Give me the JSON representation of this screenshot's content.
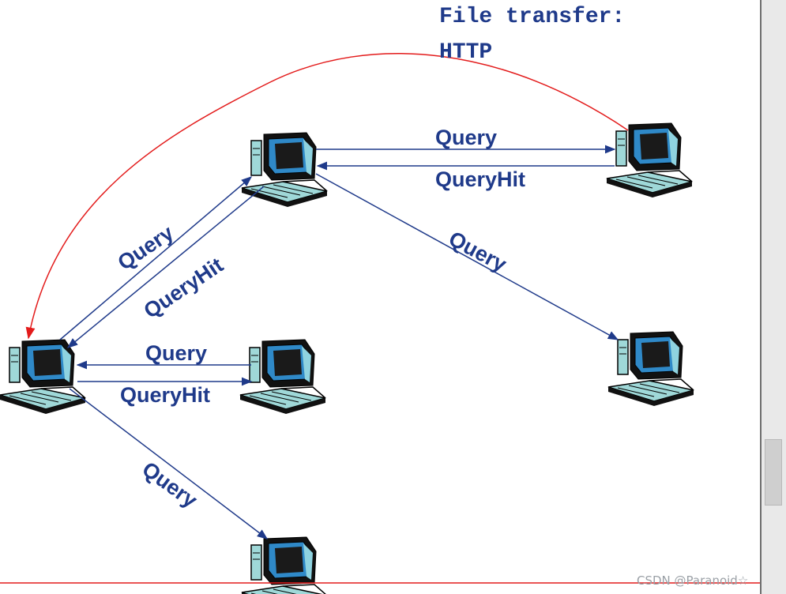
{
  "title": {
    "line1": "File transfer:",
    "line2": "HTTP"
  },
  "labels": {
    "top_query": "Query",
    "top_queryhit": "QueryHit",
    "right_query": "Query",
    "diag_query": "Query",
    "diag_queryhit": "QueryHit",
    "mid_query": "Query",
    "mid_queryhit": "QueryHit",
    "bottom_query": "Query"
  },
  "watermark": "CSDN @Paranoid☆",
  "colors": {
    "arrow": "#1f3a8a",
    "http_arrow": "#e31b1b",
    "text": "#1f3a8a"
  },
  "nodes": [
    "peer-top-middle",
    "peer-top-right",
    "peer-left",
    "peer-middle",
    "peer-right",
    "peer-bottom"
  ]
}
